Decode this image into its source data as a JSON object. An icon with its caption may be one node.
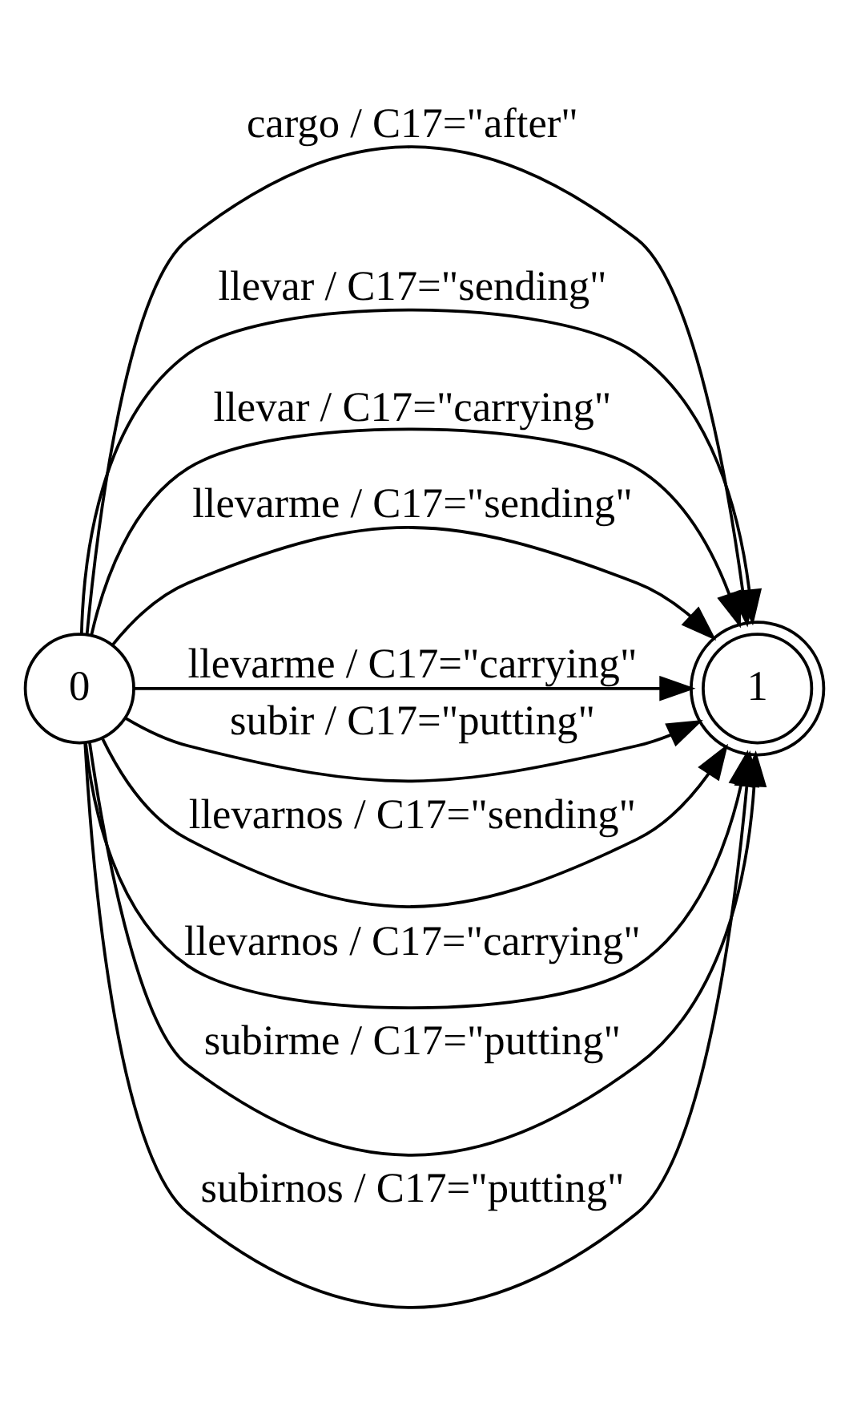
{
  "diagram": {
    "nodes": [
      {
        "text": [
          "0"
        ]
      },
      {
        "text": [
          "1"
        ]
      }
    ],
    "edges": [
      {
        "from": 0,
        "to": 1,
        "arrow": "to",
        "label": "cargo / C17=\"after\""
      },
      {
        "from": 0,
        "to": 1,
        "arrow": "to",
        "label": "llevar / C17=\"sending\""
      },
      {
        "from": 0,
        "to": 1,
        "arrow": "to",
        "label": "llevar / C17=\"carrying\""
      },
      {
        "from": 0,
        "to": 1,
        "arrow": "to",
        "label": "llevarme / C17=\"sending\""
      },
      {
        "from": 0,
        "to": 1,
        "arrow": "to",
        "label": "llevarme / C17=\"carrying\""
      },
      {
        "from": 0,
        "to": 1,
        "arrow": "to",
        "label": "subir / C17=\"putting\""
      },
      {
        "from": 0,
        "to": 1,
        "arrow": "to",
        "label": "llevarnos / C17=\"sending\""
      },
      {
        "from": 0,
        "to": 1,
        "arrow": "to",
        "label": "llevarnos / C17=\"carrying\""
      },
      {
        "from": 0,
        "to": 1,
        "arrow": "to",
        "label": "subirme / C17=\"putting\""
      },
      {
        "from": 0,
        "to": 1,
        "arrow": "to",
        "label": "subirnos / C17=\"putting\""
      }
    ]
  }
}
